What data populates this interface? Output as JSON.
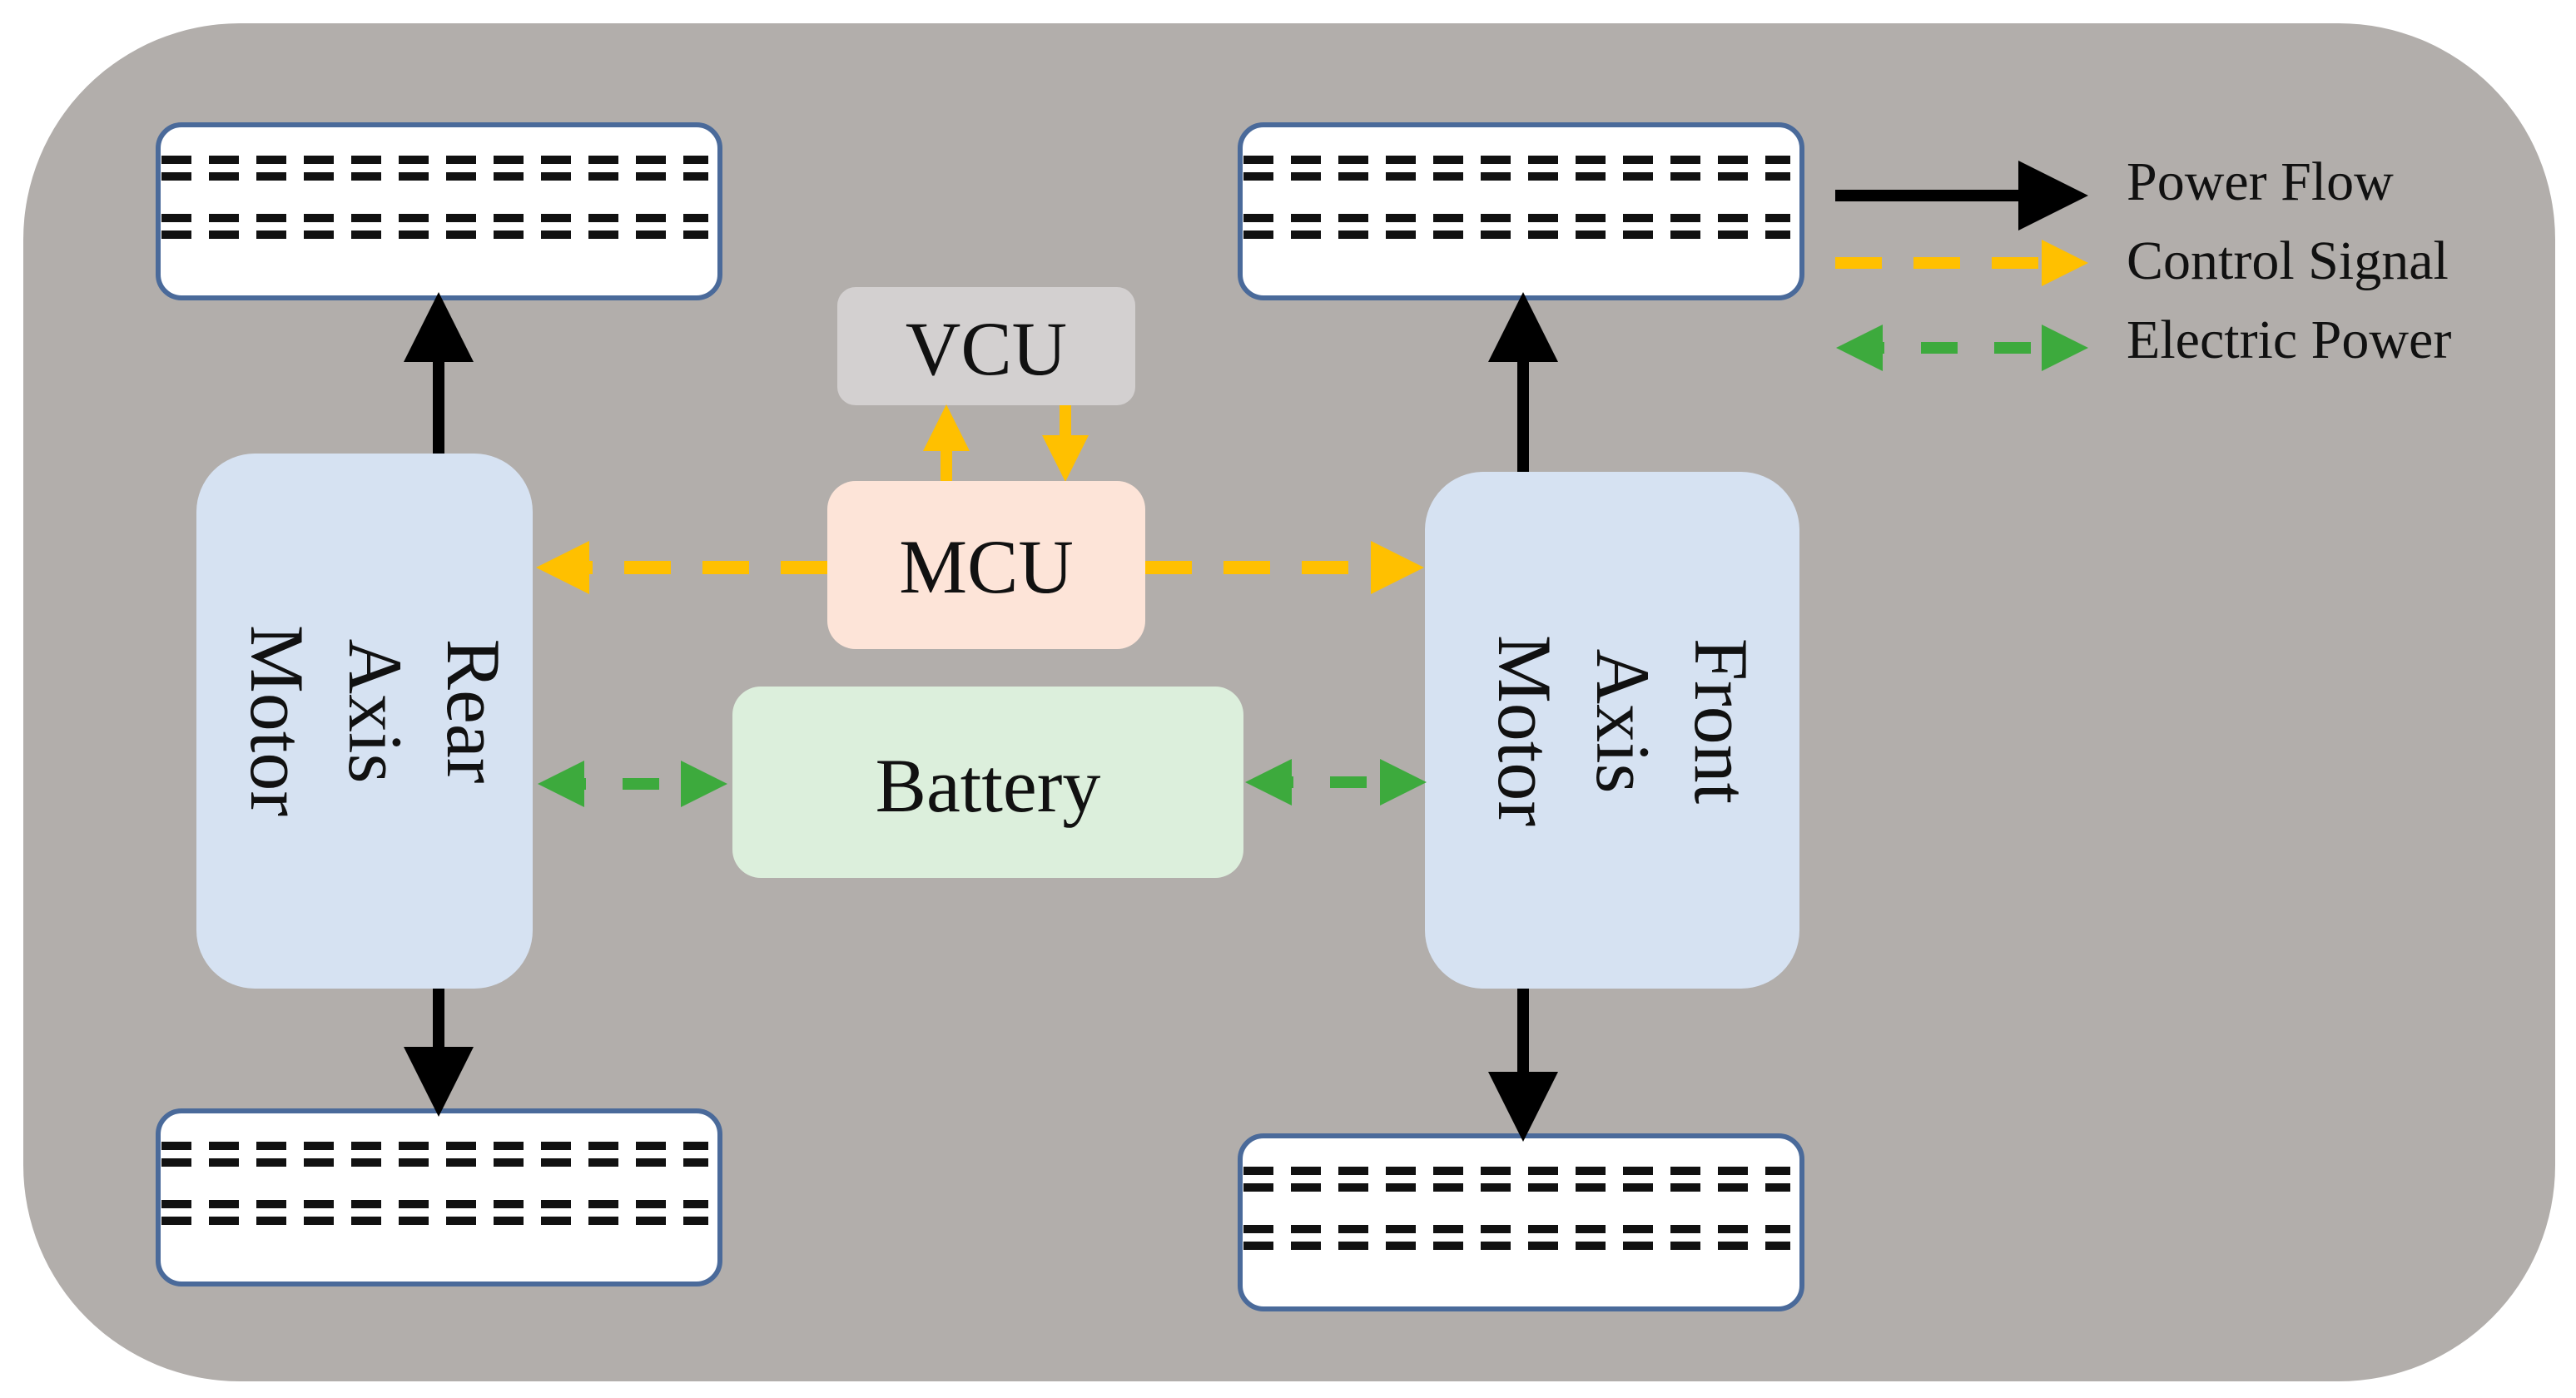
{
  "colors": {
    "background": "#b2aeab",
    "wheel_fill": "#ffffff",
    "wheel_border": "#4a6a9a",
    "tread": "#111111",
    "motor_fill": "#d6e2f2",
    "vcu_fill": "#d3d0d0",
    "mcu_fill": "#fde4d8",
    "battery_fill": "#dcefdc",
    "power_flow": "#000000",
    "control_signal": "#ffc000",
    "electric_power": "#3daa3d"
  },
  "blocks": {
    "vcu": "VCU",
    "mcu": "MCU",
    "battery": "Battery"
  },
  "motors": {
    "rear": [
      "Rear",
      "Axis",
      "Motor"
    ],
    "front": [
      "Front",
      "Axis",
      "Motor"
    ]
  },
  "legend": [
    {
      "label": "Power Flow",
      "style": "solid-arrow",
      "color_key": "power_flow"
    },
    {
      "label": "Control Signal",
      "style": "dashed-arrow",
      "color_key": "control_signal"
    },
    {
      "label": "Electric Power",
      "style": "dashed-double-arrow",
      "color_key": "electric_power"
    }
  ]
}
